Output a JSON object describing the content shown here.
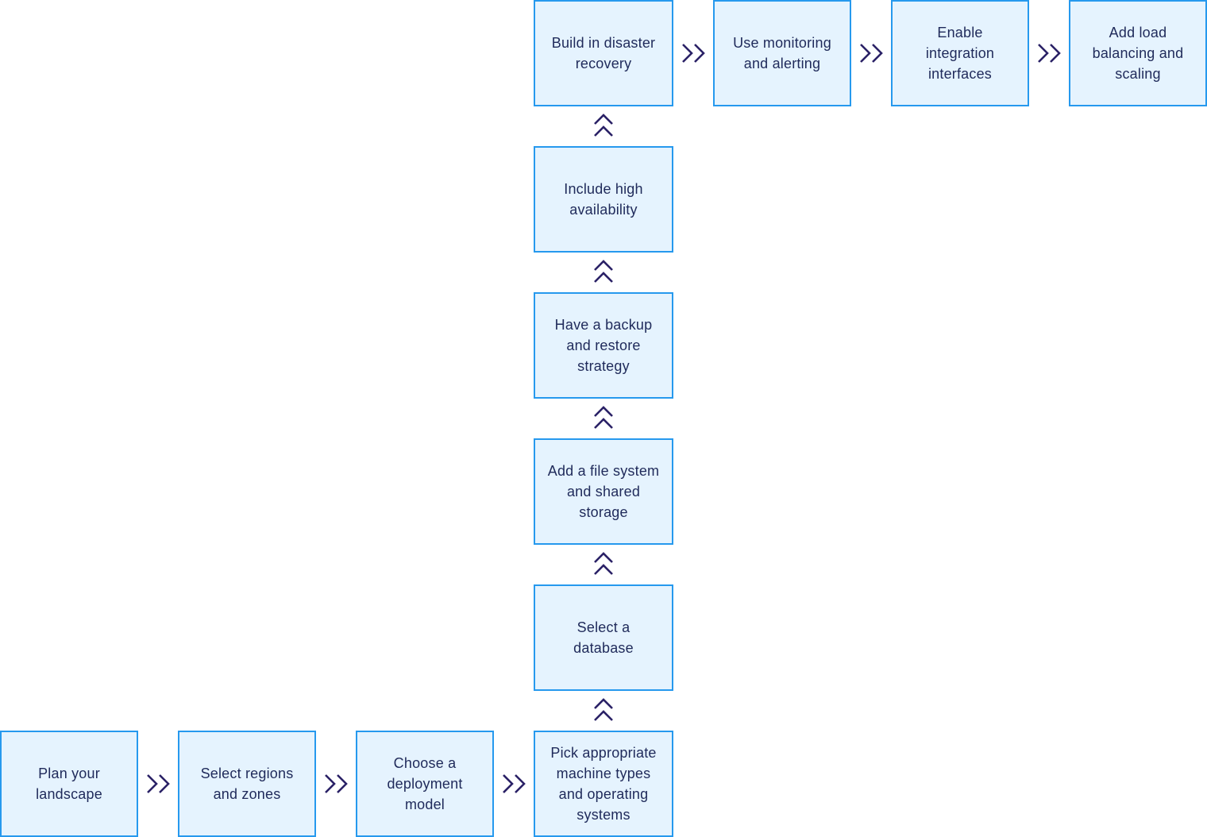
{
  "diagram": {
    "accent_border": "#2699ee",
    "box_fill": "#e5f3fe",
    "text_color": "#1f2a5a",
    "arrow_color": "#2a2166",
    "arrow_icon": "double-chevron-icon",
    "steps": [
      {
        "id": "plan",
        "label": "Plan your landscape"
      },
      {
        "id": "regions",
        "label": "Select regions and zones"
      },
      {
        "id": "deployment",
        "label": "Choose a deployment model"
      },
      {
        "id": "machines",
        "label": "Pick appropriate machine types and operating systems"
      },
      {
        "id": "database",
        "label": "Select a database"
      },
      {
        "id": "storage",
        "label": "Add a file system and shared storage"
      },
      {
        "id": "backup",
        "label": "Have a backup and restore strategy"
      },
      {
        "id": "ha",
        "label": "Include high availability"
      },
      {
        "id": "dr",
        "label": "Build in disaster recovery"
      },
      {
        "id": "monitoring",
        "label": "Use monitoring and alerting"
      },
      {
        "id": "integration",
        "label": "Enable integration interfaces"
      },
      {
        "id": "loadbalancing",
        "label": "Add load balancing and scaling"
      }
    ]
  }
}
